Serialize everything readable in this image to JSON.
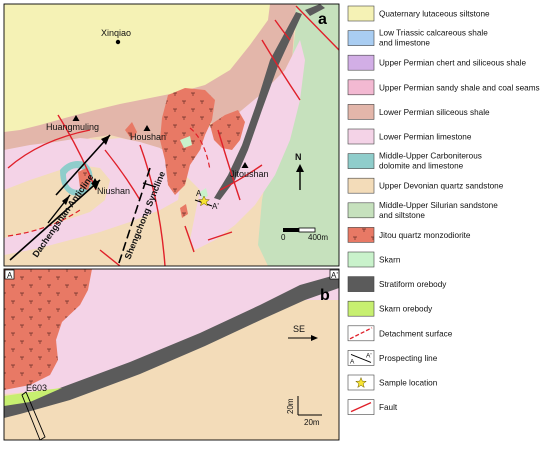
{
  "panel_a": {
    "label": "a",
    "places": {
      "xinqiao": "Xinqiao",
      "huangmuling": "Huangmuling",
      "houshan": "Houshan",
      "niushan": "Niushan",
      "jitoushan": "Jitoushan"
    },
    "structures": {
      "anticline": "Dachengshan Anticline",
      "syncline": "Shengchong Syncline"
    },
    "north": "N",
    "scale_zero": "0",
    "scale_end": "400m",
    "line_start": "A",
    "line_end": "A'"
  },
  "panel_b": {
    "label": "b",
    "corner_left": "A",
    "corner_right": "A'",
    "direction": "SE",
    "drillhole": "E603",
    "scale_v": "20m",
    "scale_h": "20m"
  },
  "legend": [
    {
      "key": "qls",
      "label": [
        "Quaternary lutaceous siltstone"
      ],
      "color": "#f5f2b5"
    },
    {
      "key": "ltc",
      "label": [
        "Low Triassic calcareous shale",
        "and limestone"
      ],
      "color": "#a9cdf2"
    },
    {
      "key": "upc",
      "label": [
        "Upper Permian chert and siliceous shale"
      ],
      "color": "#d2aee6"
    },
    {
      "key": "ups",
      "label": [
        "Upper Permian sandy shale and coal seams"
      ],
      "color": "#f3b9d2"
    },
    {
      "key": "lps",
      "label": [
        "Lower Permian siliceous shale"
      ],
      "color": "#e3b6aa"
    },
    {
      "key": "lpl",
      "label": [
        "Lower Permian limestone"
      ],
      "color": "#f4d3e7"
    },
    {
      "key": "muc",
      "label": [
        "Middle-Upper Carboniterous",
        "dolomite and limestone"
      ],
      "color": "#8fcdcb"
    },
    {
      "key": "udq",
      "label": [
        "Upper Devonian quartz sandstone"
      ],
      "color": "#f3dcb9"
    },
    {
      "key": "mus",
      "label": [
        "Middle-Upper Silurian sandstone",
        "and siltstone"
      ],
      "color": "#c6e1bd"
    },
    {
      "key": "jqm",
      "label": [
        "Jitou quartz monzodiorite"
      ],
      "color": "#e87965"
    },
    {
      "key": "skarn",
      "label": [
        "Skarn"
      ],
      "color": "#c9f2cb"
    },
    {
      "key": "sore",
      "label": [
        "Stratiform orebody"
      ],
      "color": "#5b5b5b"
    },
    {
      "key": "skore",
      "label": [
        "Skarn orebody"
      ],
      "color": "#c7ef70"
    },
    {
      "key": "detach",
      "label": [
        "Detachment surface"
      ],
      "color": ""
    },
    {
      "key": "prosp",
      "label": [
        "Prospecting line"
      ],
      "color": ""
    },
    {
      "key": "sample",
      "label": [
        "Sample location"
      ],
      "color": "#f7e432"
    },
    {
      "key": "fault",
      "label": [
        "Fault"
      ],
      "color": "#e0202a"
    }
  ],
  "prospect_symbol": {
    "left": "A",
    "right": "A'"
  }
}
